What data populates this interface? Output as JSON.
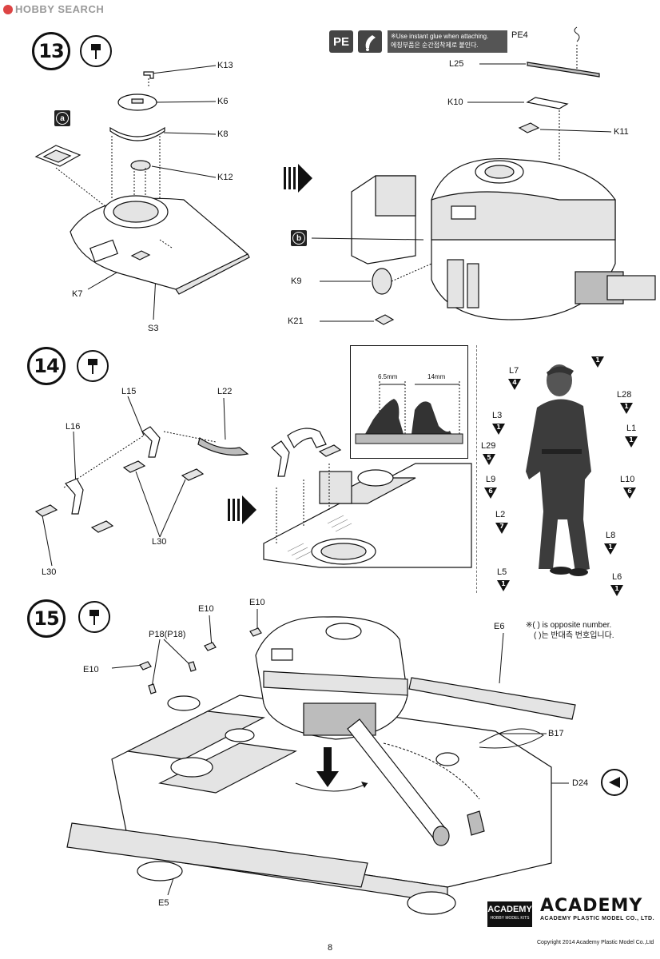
{
  "header": {
    "logo_text": "HOBBY SEARCH"
  },
  "steps": [
    {
      "number": "13"
    },
    {
      "number": "14"
    },
    {
      "number": "15"
    }
  ],
  "step13": {
    "left_labels": [
      "K13",
      "K6",
      "K8",
      "K12",
      "K7",
      "S3"
    ],
    "badge_a": "a",
    "badge_b": "b",
    "pe_label": "PE",
    "glue_note_en": "※Use instant glue when attaching.",
    "glue_note_ko": "에칭부품은 순간접착제로 붙인다.",
    "right_labels": [
      "PE4",
      "L25",
      "K10",
      "K11",
      "K9",
      "K21"
    ]
  },
  "step14": {
    "labels": [
      "L15",
      "L22",
      "L16",
      "L30",
      "L30"
    ],
    "detail_dims": [
      "6.5mm",
      "14mm"
    ]
  },
  "figure": {
    "labels": [
      {
        "part": "L7",
        "num": "4"
      },
      {
        "part": "",
        "num": "1"
      },
      {
        "part": "L28",
        "num": "1"
      },
      {
        "part": "L3",
        "num": "1"
      },
      {
        "part": "L1",
        "num": "1"
      },
      {
        "part": "L29",
        "num": "5"
      },
      {
        "part": "L9",
        "num": "6"
      },
      {
        "part": "L10",
        "num": "6"
      },
      {
        "part": "L2",
        "num": "7"
      },
      {
        "part": "L8",
        "num": "1"
      },
      {
        "part": "L5",
        "num": "1"
      },
      {
        "part": "L6",
        "num": "1"
      }
    ]
  },
  "step15": {
    "labels": [
      "P18(P18)",
      "E10",
      "E10",
      "E10",
      "E6",
      "B17",
      "D24",
      "E5"
    ],
    "note_en": "※( ) is opposite number.",
    "note_ko": "( )는 반대측 번호입니다."
  },
  "footer": {
    "academy_box": "ACADEMY",
    "academy_box_sub": "HOBBY MODEL KITS",
    "brand": "ACADEMY",
    "brand_sub": "ACADEMY PLASTIC MODEL CO., LTD.",
    "page_number": "8",
    "copyright": "Copyright 2014 Academy Plastic Model Co.,Ltd"
  }
}
